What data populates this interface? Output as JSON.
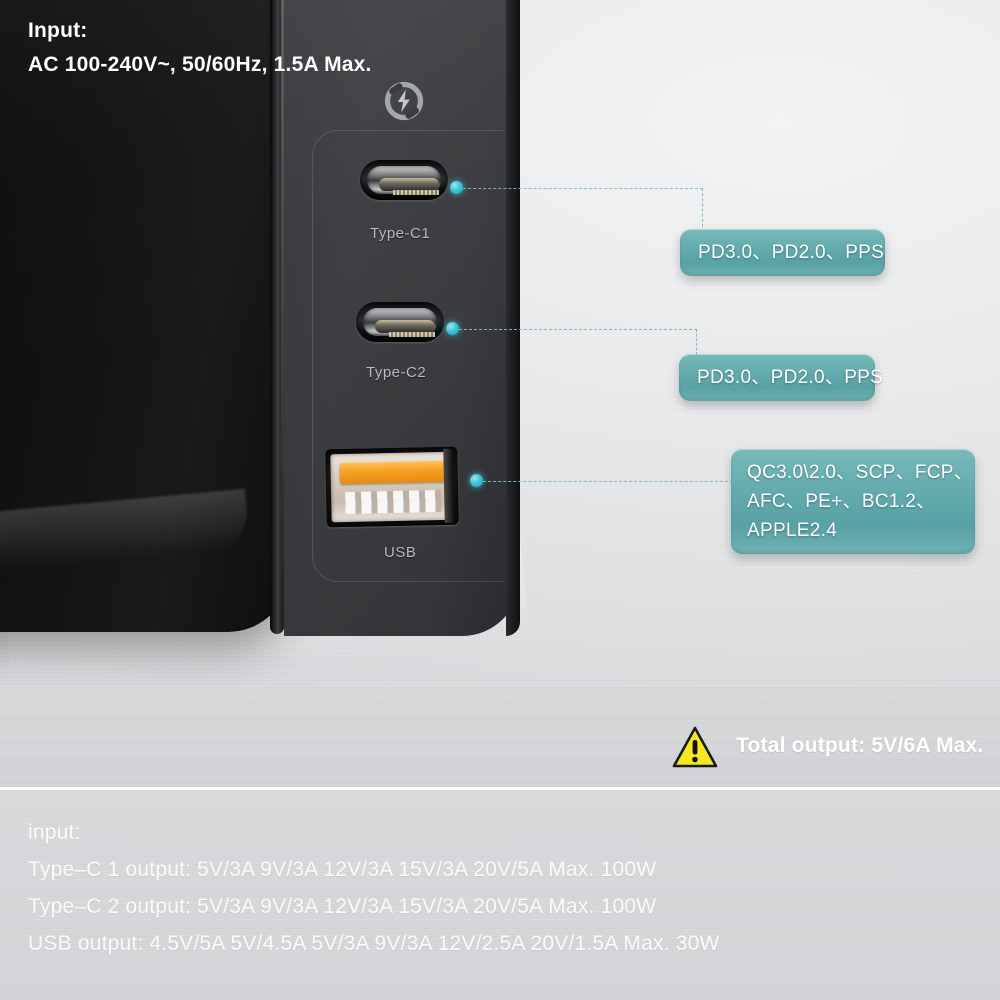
{
  "product": {
    "ports": [
      {
        "label": "Type-C1",
        "icon": "lightning-bolt-icon"
      },
      {
        "label": "Type-C2"
      },
      {
        "label": "USB"
      }
    ]
  },
  "callouts": [
    {
      "name": "callout-type-c1",
      "lines": [
        "PD3.0、PD2.0、PPS"
      ]
    },
    {
      "name": "callout-type-c2",
      "lines": [
        "PD3.0、PD2.0、PPS"
      ]
    },
    {
      "name": "callout-usb",
      "lines": [
        "QC3.0\\2.0、SCP、FCP、",
        "AFC、PE+、BC1.2、",
        "APPLE2.4"
      ]
    }
  ],
  "spec_band": {
    "input_label": "Input:",
    "input_value": "AC 100-240V~, 50/60Hz, 1.5A Max.",
    "warning_icon": "warning-triangle-icon",
    "total_output": "Total output: 5V/6A Max."
  },
  "detail_block": {
    "heading": "input:",
    "rows": [
      "Type–C 1 output: 5V/3A 9V/3A 12V/3A 15V/3A 20V/5A Max. 100W",
      "Type–C 2 output: 5V/3A 9V/3A 12V/3A 15V/3A 20V/5A Max. 100W",
      "USB output: 4.5V/5A 5V/4.5A 5V/3A 9V/3A 12V/2.5A 20V/1.5A Max. 30W"
    ]
  },
  "colors": {
    "callout_teal": "#63abad",
    "dot_cyan": "#3fc3d6",
    "dash_line": "#7fb8c4",
    "warning_yellow": "#f7e723",
    "usb_orange": "#f7a125",
    "band_gray": "#d4d6d8"
  }
}
